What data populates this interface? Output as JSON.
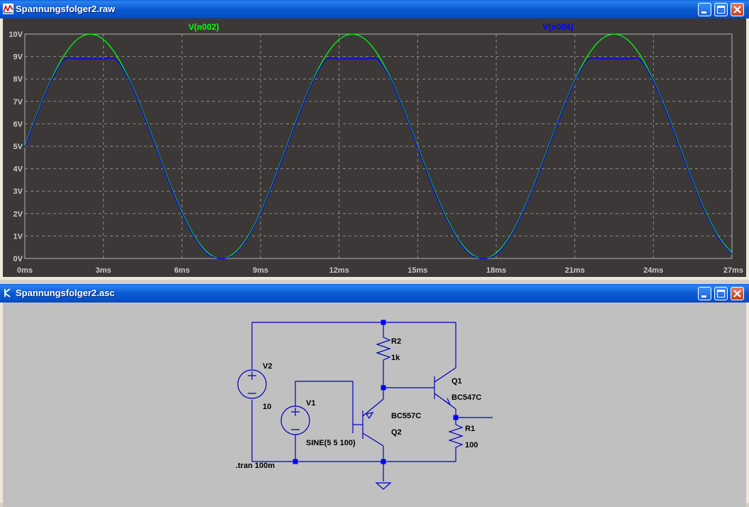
{
  "colors": {
    "plot_bg": "#3c3838",
    "grid": "#8a8a8a",
    "axis_text": "#c8c8c8",
    "trace1": "#00ff00",
    "trace2": "#0000ff",
    "schematic_bg": "#c0c0c0",
    "wire": "#0000c0",
    "junction": "#0000ff"
  },
  "waveform_window": {
    "title": "Spannungsfolger2.raw",
    "icon": "waveform-icon",
    "buttons": [
      "minimize-icon",
      "maximize-icon",
      "close-icon"
    ]
  },
  "schematic_window": {
    "title": "Spannungsfolger2.asc",
    "icon": "schematic-icon",
    "buttons": [
      "minimize-icon",
      "maximize-icon",
      "close-icon"
    ]
  },
  "chart_data": {
    "type": "line",
    "title": "",
    "xlabel": "",
    "ylabel": "",
    "xlim": [
      0,
      27
    ],
    "ylim": [
      0,
      10
    ],
    "grid": true,
    "x_ticks": [
      0,
      3,
      6,
      9,
      12,
      15,
      18,
      21,
      24,
      27
    ],
    "x_tick_labels": [
      "0ms",
      "3ms",
      "6ms",
      "9ms",
      "12ms",
      "15ms",
      "18ms",
      "21ms",
      "24ms",
      "27ms"
    ],
    "y_ticks": [
      0,
      1,
      2,
      3,
      4,
      5,
      6,
      7,
      8,
      9,
      10
    ],
    "y_tick_labels": [
      "0V",
      "1V",
      "2V",
      "3V",
      "4V",
      "5V",
      "6V",
      "7V",
      "8V",
      "9V",
      "10V"
    ],
    "x_unit": "ms",
    "y_unit": "V",
    "series": [
      {
        "name": "V(n002)",
        "color": "#00ff00",
        "x": [
          0,
          0.5,
          1,
          1.5,
          2,
          2.5,
          3,
          3.5,
          4,
          4.5,
          5,
          5.5,
          6,
          6.5,
          7,
          7.5,
          8,
          8.5,
          9,
          9.5,
          10,
          10.5,
          11,
          11.5,
          12,
          12.5,
          13,
          13.5,
          14,
          14.5,
          15,
          15.5,
          16,
          16.5,
          17,
          17.5,
          18,
          18.5,
          19,
          19.5,
          20,
          20.5,
          21,
          21.5,
          22,
          22.5,
          23,
          23.5,
          24,
          24.5,
          25,
          25.5,
          26,
          26.5,
          27
        ],
        "values": [
          5,
          6.55,
          7.94,
          9.05,
          9.76,
          10,
          9.76,
          9.05,
          7.94,
          6.55,
          5,
          3.45,
          2.06,
          0.95,
          0.24,
          0,
          0.24,
          0.95,
          2.06,
          3.45,
          5,
          6.55,
          7.94,
          9.05,
          9.76,
          10,
          9.76,
          9.05,
          7.94,
          6.55,
          5,
          3.45,
          2.06,
          0.95,
          0.24,
          0,
          0.24,
          0.95,
          2.06,
          3.45,
          5,
          6.55,
          7.94,
          9.05,
          9.76,
          10,
          9.76,
          9.05,
          7.94,
          6.55,
          5,
          3.45,
          2.06,
          0.95,
          0.24
        ]
      },
      {
        "name": "V(n004)",
        "color": "#0000ff",
        "x": [
          0,
          0.5,
          1,
          1.5,
          2,
          2.5,
          3,
          3.5,
          4,
          4.5,
          5,
          5.5,
          6,
          6.5,
          7,
          7.5,
          8,
          8.5,
          9,
          9.5,
          10,
          10.5,
          11,
          11.5,
          12,
          12.5,
          13,
          13.5,
          14,
          14.5,
          15,
          15.5,
          16,
          16.5,
          17,
          17.5,
          18,
          18.5,
          19,
          19.5,
          20,
          20.5,
          21,
          21.5,
          22,
          22.5,
          23,
          23.5,
          24,
          24.5,
          25,
          25.5,
          26,
          26.5,
          27
        ],
        "values": [
          4.95,
          6.5,
          7.89,
          8.85,
          8.9,
          8.9,
          8.9,
          8.85,
          7.89,
          6.5,
          4.95,
          3.4,
          2.01,
          0.9,
          0.19,
          0,
          0.19,
          0.9,
          2.01,
          3.4,
          4.95,
          6.5,
          7.89,
          8.85,
          8.9,
          8.9,
          8.9,
          8.85,
          7.89,
          6.5,
          4.95,
          3.4,
          2.01,
          0.9,
          0.19,
          0,
          0.19,
          0.9,
          2.01,
          3.4,
          4.95,
          6.5,
          7.89,
          8.85,
          8.9,
          8.9,
          8.9,
          8.85,
          7.89,
          6.5,
          4.95,
          3.4,
          2.01,
          0.9,
          0.19
        ]
      }
    ]
  },
  "schematic": {
    "components": {
      "v2_name": "V2",
      "v2_value": "10",
      "v1_name": "V1",
      "v1_value": "SINE(5 5 100)",
      "r2_name": "R2",
      "r2_value": "1k",
      "r1_name": "R1",
      "r1_value": "100",
      "q1_name": "Q1",
      "q1_model": "BC547C",
      "q2_name": "Q2",
      "q2_model": "BC557C"
    },
    "directive": ".tran 100m",
    "ground_icon": "ground-icon"
  }
}
